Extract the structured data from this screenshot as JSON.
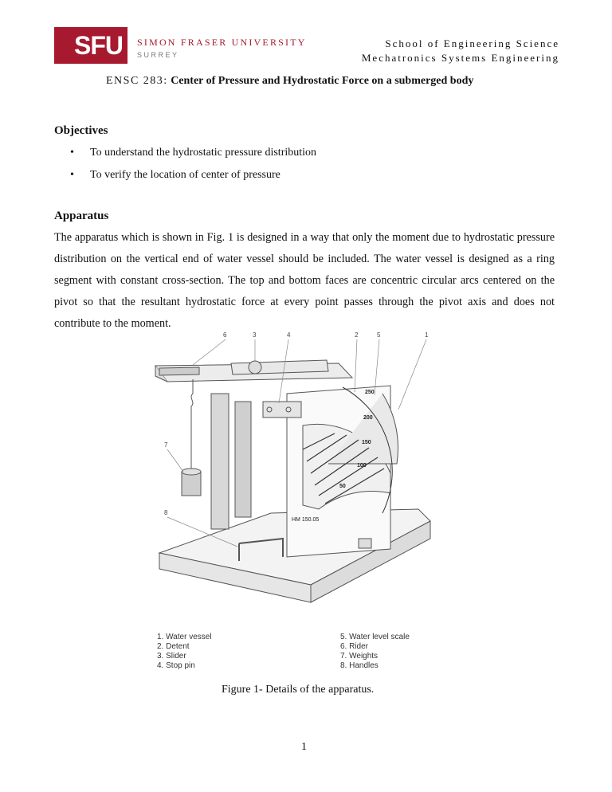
{
  "logo": {
    "mark": "SFU",
    "name": "SIMON FRASER UNIVERSITY",
    "campus": "SURREY"
  },
  "header": {
    "line1": "School of Engineering Science",
    "line2": "Mechatronics Systems Engineering"
  },
  "title": {
    "course": "ENSC 283:",
    "text": "Center of Pressure and Hydrostatic Force on a submerged body"
  },
  "objectives": {
    "heading": "Objectives",
    "items": [
      "To understand the hydrostatic pressure distribution",
      "To verify the location of center of pressure"
    ]
  },
  "apparatus": {
    "heading": "Apparatus",
    "paragraph": "The apparatus which is shown in Fig. 1 is designed in a way that only the moment due to hydrostatic pressure distribution on the vertical end of water vessel should be included. The water vessel is designed as a ring segment with constant cross-section. The top and bottom faces are concentric circular arcs centered on the pivot so that the resultant hydrostatic force at every point passes through the pivot axis and does not contribute to the moment."
  },
  "figure": {
    "callouts": [
      "6",
      "3",
      "4",
      "2",
      "5",
      "1",
      "7",
      "8"
    ],
    "scale_labels": [
      "250",
      "200",
      "150",
      "100",
      "50"
    ],
    "plate_label": "HM 150.05",
    "legend_left": [
      "1. Water vessel",
      "2. Detent",
      "3. Slider",
      "4. Stop pin"
    ],
    "legend_right": [
      "5. Water level scale",
      "6. Rider",
      "7. Weights",
      "8. Handles"
    ],
    "caption": "Figure 1- Details of the apparatus."
  },
  "page_number": "1",
  "colors": {
    "brand": "#a6192e"
  }
}
